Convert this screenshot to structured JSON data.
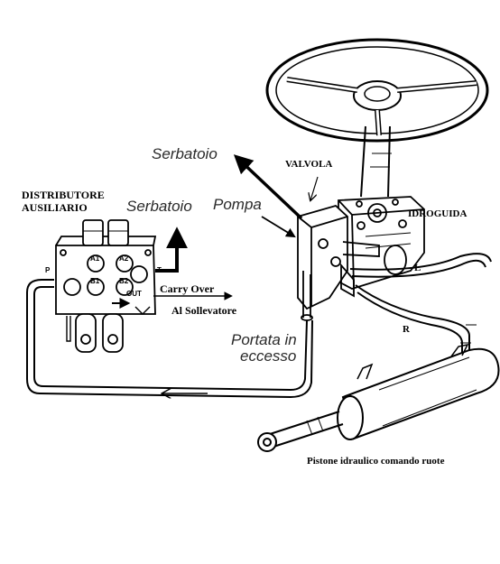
{
  "labels": {
    "distributore_line1": "DISTRIBUTORE",
    "distributore_line2": "AUSILIARIO",
    "serbatoio_top": "Serbatoio",
    "serbatoio_mid": "Serbatoio",
    "pompa": "Pompa",
    "valvola": "VALVOLA",
    "idroguida": "IDROGUIDA",
    "carry_over": "Carry Over",
    "al_sollevatore": "Al Sollevatore",
    "portata_line1": "Portata in",
    "portata_line2": "eccesso",
    "port_l": "L",
    "port_r": "R",
    "pistone": "Pistone idraulico comando ruote"
  },
  "valve_ports": {
    "a1": "A1",
    "a2": "A2",
    "b1": "B1",
    "b2": "B2",
    "p": "P",
    "t": "T",
    "out": "OUT"
  },
  "colors": {
    "line": "#000000",
    "hand_text": "#2a2a2a",
    "background": "#ffffff"
  }
}
